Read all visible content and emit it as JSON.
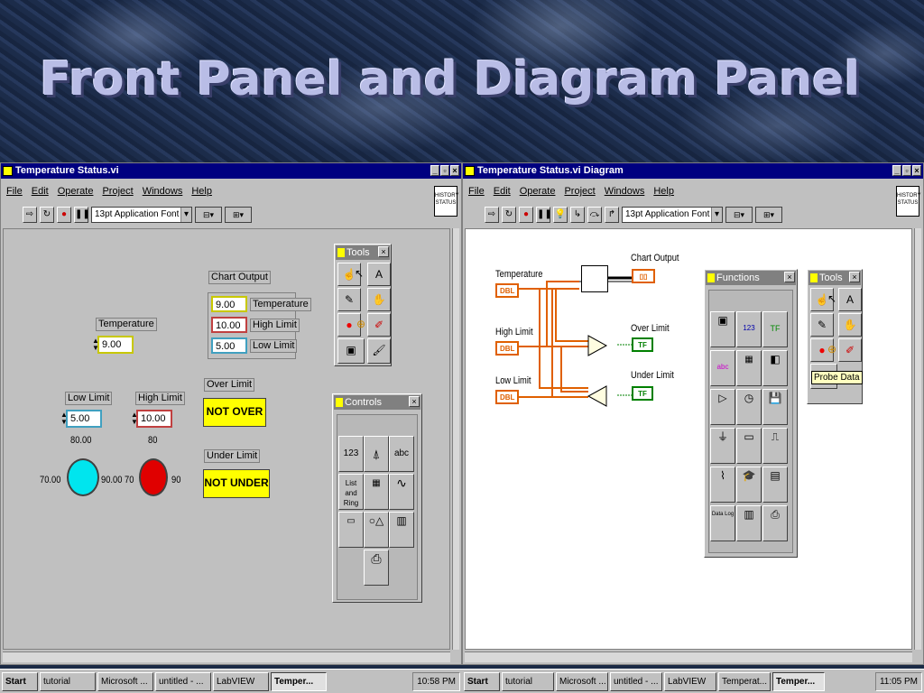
{
  "slide": {
    "title": "Front Panel and Diagram Panel"
  },
  "front_panel": {
    "window_title": "Temperature Status.vi",
    "menu": [
      "File",
      "Edit",
      "Operate",
      "Project",
      "Windows",
      "Help"
    ],
    "font_select": "13pt Application Font",
    "history_label": "HISTORY STATUS",
    "temperature": {
      "label": "Temperature",
      "value": "9.00"
    },
    "low_limit": {
      "label": "Low Limit",
      "value": "5.00",
      "dial_top": "80.00",
      "dial_left": "70.00",
      "dial_right": "90.00"
    },
    "high_limit": {
      "label": "High Limit",
      "value": "10.00",
      "dial_top": "80",
      "dial_left": "70",
      "dial_right": "90"
    },
    "chart_output": {
      "label": "Chart Output",
      "rows": [
        {
          "value": "9.00",
          "name": "Temperature"
        },
        {
          "value": "10.00",
          "name": "High Limit"
        },
        {
          "value": "5.00",
          "name": "Low Limit"
        }
      ]
    },
    "over_limit": {
      "label": "Over Limit",
      "text": "NOT OVER"
    },
    "under_limit": {
      "label": "Under Limit",
      "text": "NOT UNDER"
    },
    "tools_palette": {
      "title": "Tools"
    },
    "controls_palette": {
      "title": "Controls",
      "cells": [
        "123",
        "abc",
        "List and Ring"
      ]
    }
  },
  "diagram": {
    "window_title": "Temperature Status.vi Diagram",
    "menu": [
      "File",
      "Edit",
      "Operate",
      "Project",
      "Windows",
      "Help"
    ],
    "font_select": "13pt Application Font",
    "history_label": "HISTORY STATUS",
    "terminals": {
      "temperature": "Temperature",
      "high_limit": "High Limit",
      "low_limit": "Low Limit",
      "chart_output": "Chart Output",
      "over_limit": "Over Limit",
      "under_limit": "Under Limit",
      "dbl": "DBL",
      "tf": "TF"
    },
    "functions_palette": {
      "title": "Functions",
      "cells": [
        "123",
        "TF",
        "abc",
        "Data Log"
      ]
    },
    "tools_palette": {
      "title": "Tools",
      "tooltip": "Probe Data"
    }
  },
  "taskbar_left": {
    "start": "Start",
    "items": [
      "tutorial",
      "Microsoft ...",
      "untitled - ...",
      "LabVIEW",
      "Temper..."
    ],
    "clock": "10:58 PM"
  },
  "taskbar_right": {
    "start": "Start",
    "items": [
      "tutorial",
      "Microsoft ...",
      "untitled - ...",
      "LabVIEW",
      "Temperat...",
      "Temper..."
    ],
    "clock": "11:05 PM"
  },
  "colors": {
    "dbl": "#e06000",
    "tf": "#008000",
    "led": "#ffff00",
    "dial_low": "#00e5ee",
    "dial_high": "#e00000"
  }
}
